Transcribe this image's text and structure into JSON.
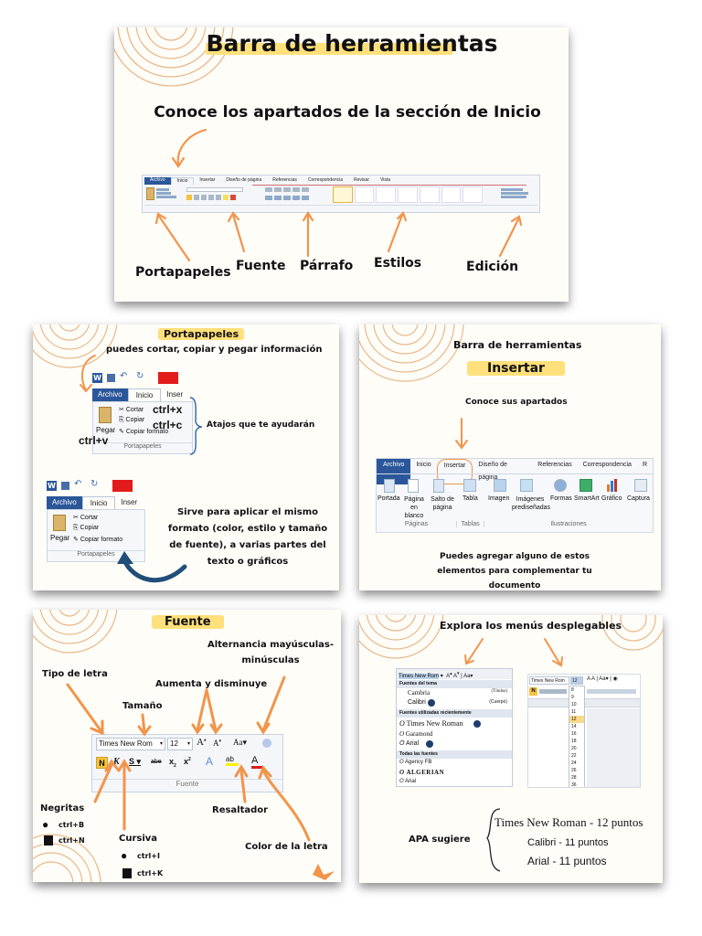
{
  "top": {
    "title": "Barra de herramientas",
    "subtitle": "Conoce los apartados de la sección de Inicio",
    "ribbon_tabs": [
      "Archivo",
      "Inicio",
      "Insertar",
      "Diseño de página",
      "Referencias",
      "Correspondencia",
      "Revisar",
      "Vista"
    ],
    "labels": {
      "portapapeles": "Portapapeles",
      "fuente": "Fuente",
      "parrafo": "Párrafo",
      "estilos": "Estilos",
      "edicion": "Edición"
    }
  },
  "portapapeles": {
    "title": "Portapapeles",
    "desc": "puedes cortar, copiar y pegar información",
    "tabs": [
      "Archivo",
      "Inicio",
      "Inser"
    ],
    "pegar": "Pegar",
    "cortar": "Cortar",
    "copiar": "Copiar",
    "copiar_formato": "Copiar formato",
    "group": "Portapapeles",
    "ctrl_x": "ctrl+x",
    "ctrl_c": "ctrl+c",
    "ctrl_v": "ctrl+v",
    "atajos": "Atajos que te ayudarán",
    "formato_desc": "Sirve para aplicar el mismo formato (color, estilo y tamaño de fuente), a varias partes del texto o gráficos"
  },
  "insertar": {
    "header": "Barra de herramientas",
    "title": "Insertar",
    "sub": "Conoce sus apartados",
    "tabs": [
      "Archivo",
      "Inicio",
      "Insertar",
      "Diseño de página",
      "Referencias",
      "Correspondencia",
      "R"
    ],
    "items": [
      "Portada",
      "Página en blanco",
      "Salto de página",
      "Tabla",
      "Imagen",
      "Imágenes prediseñadas",
      "Formas",
      "SmartArt",
      "Gráfico",
      "Captura"
    ],
    "groups": [
      "Páginas",
      "Tablas",
      "Ilustraciones"
    ],
    "footer": "Puedes agregar alguno de estos elementos para complementar tu documento"
  },
  "fuente": {
    "title": "Fuente",
    "alternancia": "Alternancia mayúsculas-minúsculas",
    "tipo": "Tipo de letra",
    "aumenta": "Aumenta y disminuye",
    "tamano": "Tamaño",
    "font_name": "Times New Rom",
    "font_size": "12",
    "group": "Fuente",
    "negritas": "Negritas",
    "ctrl_b": "ctrl+B",
    "ctrl_n": "ctrl+N",
    "cursiva": "Cursiva",
    "ctrl_i": "ctrl+I",
    "ctrl_k": "ctrl+K",
    "resaltador": "Resaltador",
    "color": "Color de la letra"
  },
  "menus": {
    "title": "Explora los menús desplegables",
    "font_box": "Times New Rom",
    "size_box": "12",
    "sections": [
      "Fuentes del tema",
      "Fuentes utilizadas recientemente",
      "Todas las fuentes"
    ],
    "theme_fonts": [
      "Cambria",
      "Calibri"
    ],
    "theme_tags": [
      "(Títulos)",
      "(Cuerpo)"
    ],
    "recent_fonts": [
      "Times New Roman",
      "Garamond",
      "Arial"
    ],
    "all_fonts": [
      "Agency FB",
      "ALGERIAN",
      "Arial"
    ],
    "sizes": [
      "8",
      "9",
      "10",
      "11",
      "12",
      "14",
      "16",
      "18",
      "20",
      "22",
      "24",
      "26",
      "28",
      "36"
    ],
    "apa": "APA sugiere",
    "apa_list": [
      "Times New Roman - 12 puntos",
      "Calibri - 11 puntos",
      "Arial - 11 puntos"
    ]
  },
  "colors": {
    "accent_orange": "#f2944a",
    "highlight": "#ffe07a",
    "word_blue": "#2b579a",
    "dark_blue": "#1f3e6b"
  }
}
